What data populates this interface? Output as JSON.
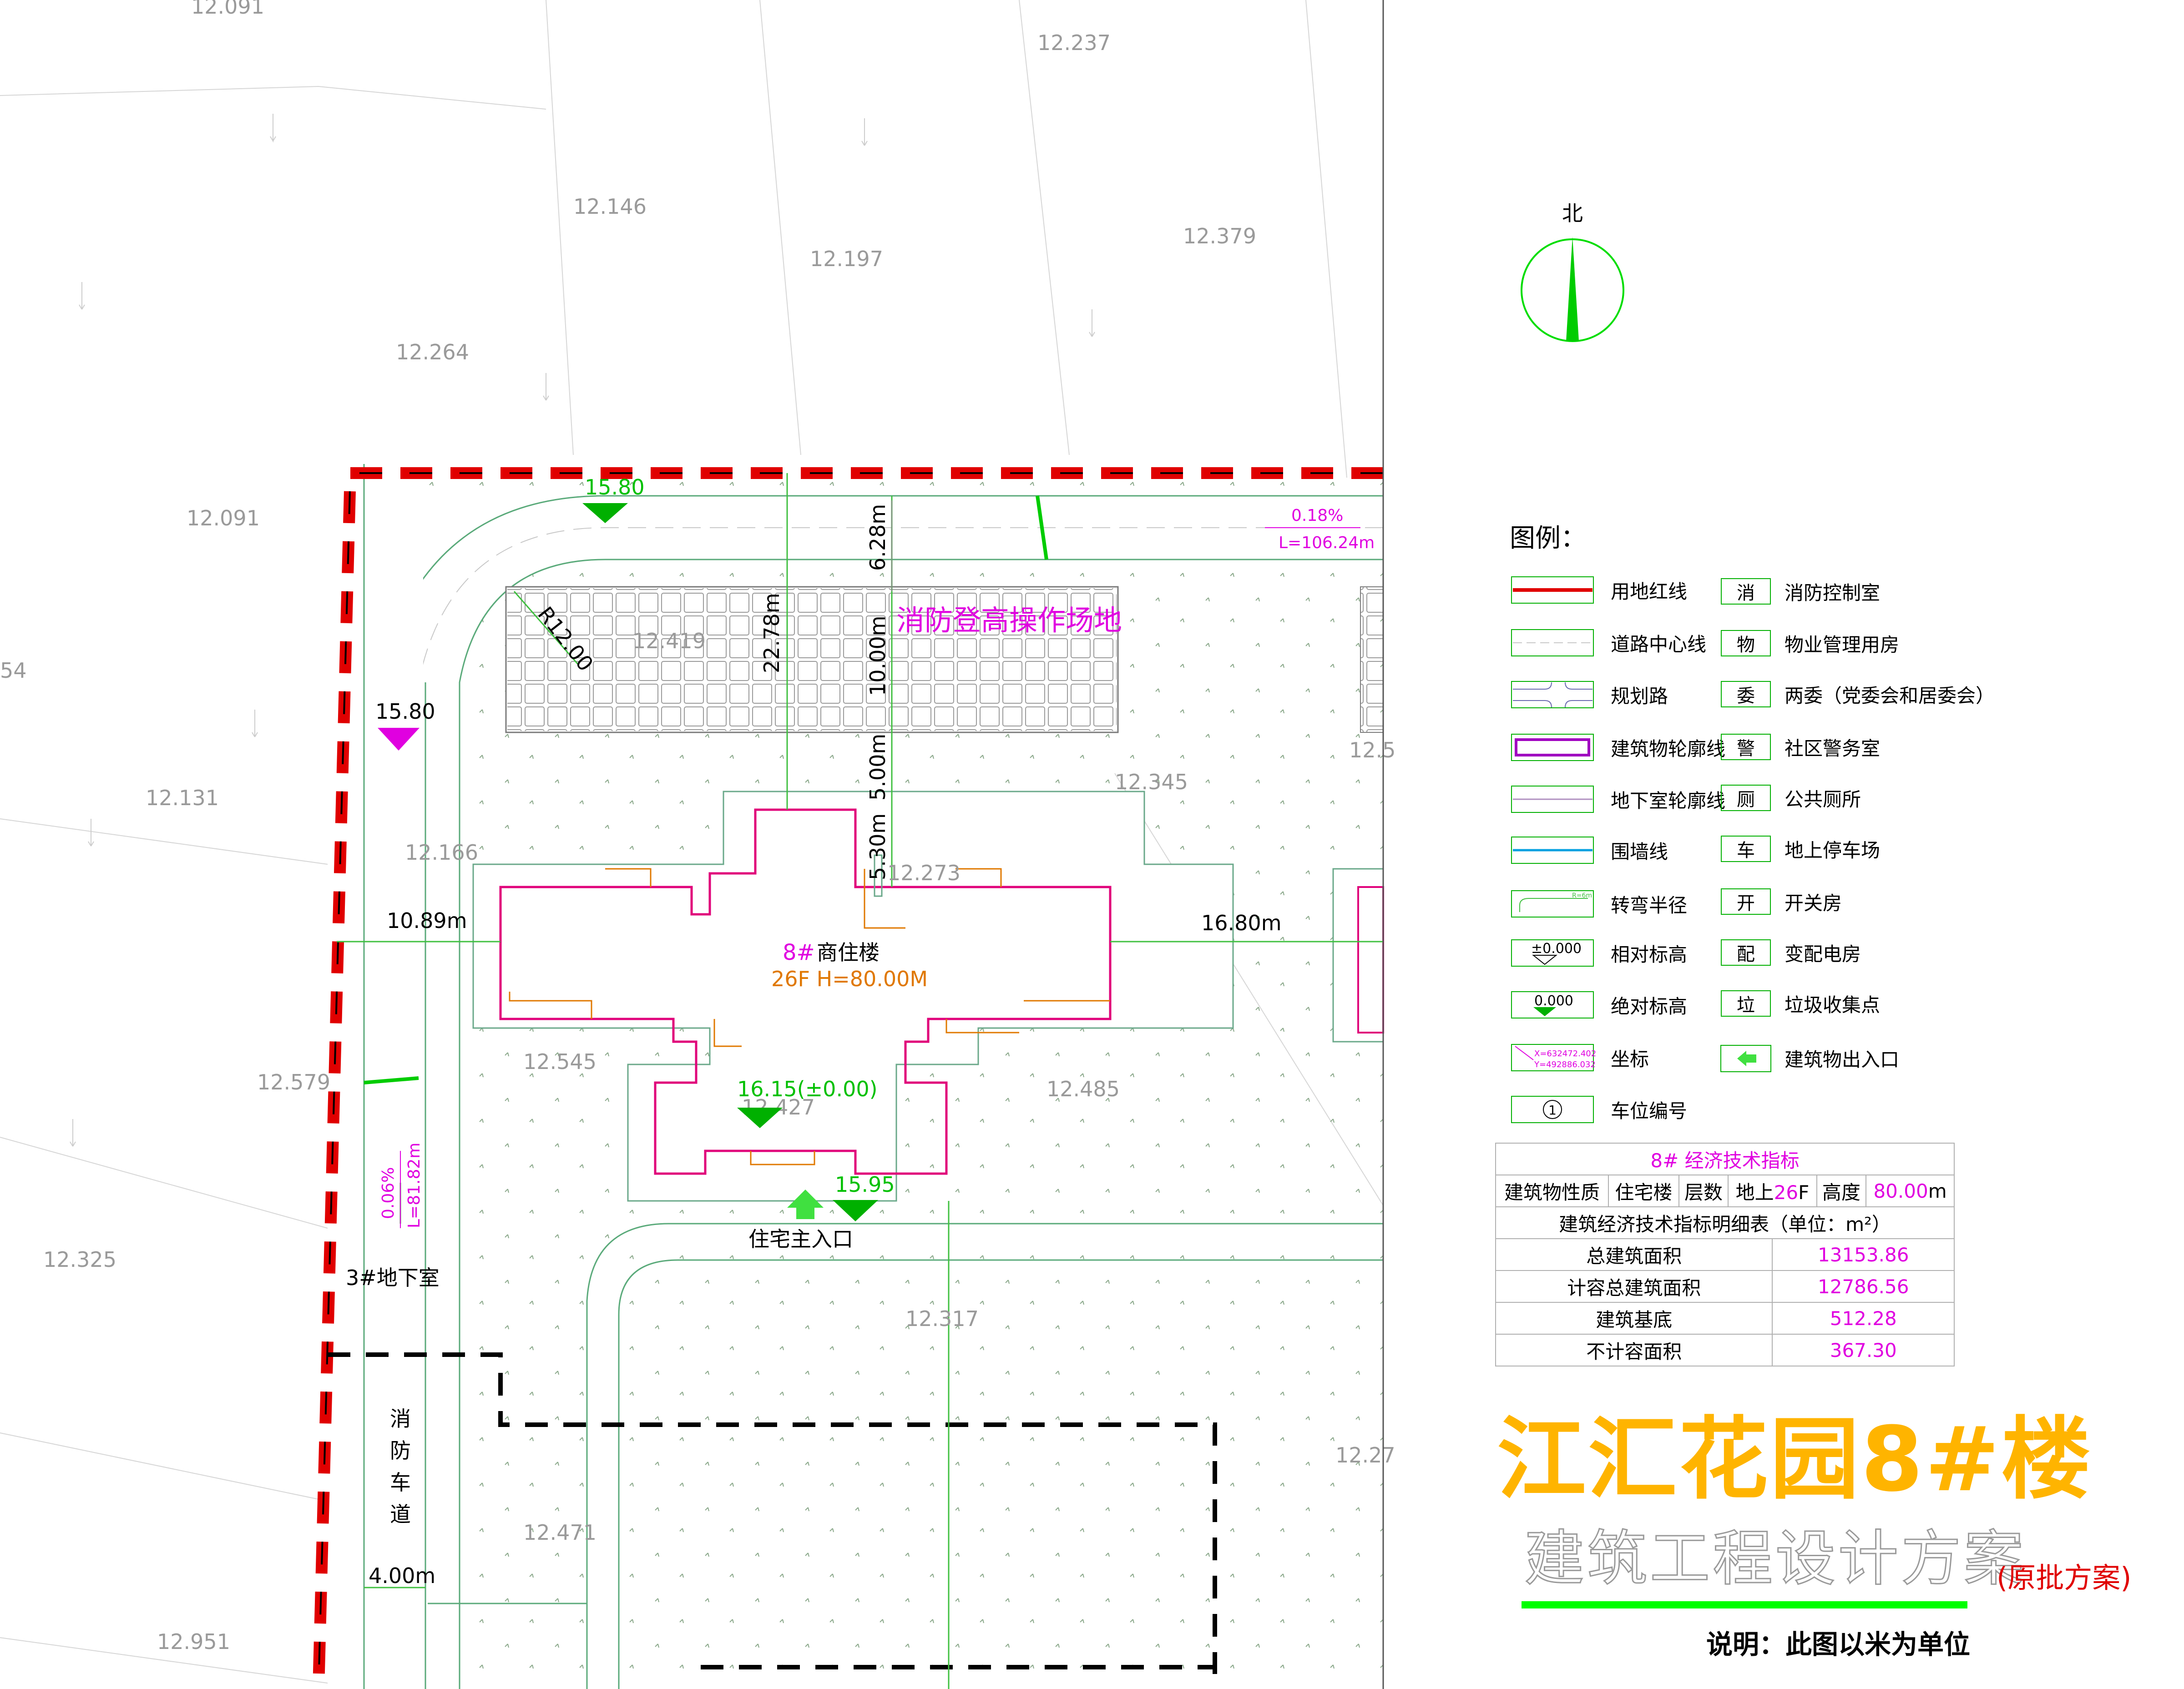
{
  "elevations": [
    "12.091",
    "12.237",
    "12.146",
    "12.197",
    "12.379",
    "12.264",
    "12.091",
    "54",
    "12.419",
    "12.131",
    "12.166",
    "12.345",
    "12.273",
    "12.579",
    "12.545",
    "12.427",
    "12.485",
    "12.325",
    "12.317",
    "12.471",
    "12.951",
    "12.27",
    "12.5"
  ],
  "plan": {
    "building_label": "8#",
    "building_use": "商住楼",
    "building_floors": "26F H=80.00M",
    "fire_zone": "消防登高操作场地",
    "radius": "R12.00",
    "dims": {
      "d1": "22.78m",
      "d2": "6.28m",
      "d3": "10.00m",
      "d4": "5.00m",
      "d5": "5.30m",
      "left": "10.89m",
      "right": "16.80m",
      "road": "4.00m"
    },
    "abs_elev": {
      "top": "15.80",
      "left": "15.80",
      "entry": "15.95",
      "floor": "16.15(±0.00)"
    },
    "slope_top": {
      "pct": "0.18%",
      "len": "L=106.24m"
    },
    "slope_left": {
      "pct": "0.06%",
      "len": "L=81.82m"
    },
    "entrance": "住宅主入口",
    "basement": "3#地下室",
    "fire_road": [
      "消",
      "防",
      "车",
      "道"
    ],
    "north": "北"
  },
  "legend": {
    "title": "图例：",
    "left": [
      "用地红线",
      "道路中心线",
      "规划路",
      "建筑物轮廓线",
      "地下室轮廓线",
      "围墙线",
      "转弯半径",
      "相对标高",
      "绝对标高",
      "坐标",
      "车位编号"
    ],
    "right": [
      [
        "消",
        "消防控制室"
      ],
      [
        "物",
        "物业管理用房"
      ],
      [
        "委",
        "两委（党委会和居委会）"
      ],
      [
        "警",
        "社区警务室"
      ],
      [
        "厕",
        "公共厕所"
      ],
      [
        "车",
        "地上停车场"
      ],
      [
        "开",
        "开关房"
      ],
      [
        "配",
        "变配电房"
      ],
      [
        "垃",
        "垃圾收集点"
      ],
      [
        "",
        "建筑物出入口"
      ]
    ],
    "sym_rel": "±0.000",
    "sym_abs": "0.000",
    "sym_coord": [
      "X=632472.402",
      "Y=492886.032"
    ],
    "sym_radius": "R=6m",
    "sym_num": "1"
  },
  "table": {
    "title": "8# 经济技术指标",
    "row1": [
      "建筑物性质",
      "住宅楼",
      "层数",
      "地上",
      "26",
      "F",
      "高度",
      "80.00",
      "m"
    ],
    "subtitle": "建筑经济技术指标明细表（单位：m²）",
    "rows": [
      [
        "总建筑面积",
        "13153.86"
      ],
      [
        "计容总建筑面积",
        "12786.56"
      ],
      [
        "建筑基底",
        "512.28"
      ],
      [
        "不计容面积",
        "367.30"
      ]
    ]
  },
  "title": {
    "main": "江汇花园8#楼",
    "sub": "建筑工程设计方案",
    "note": "(原批方案)",
    "explain": "说明：此图以米为单位"
  }
}
